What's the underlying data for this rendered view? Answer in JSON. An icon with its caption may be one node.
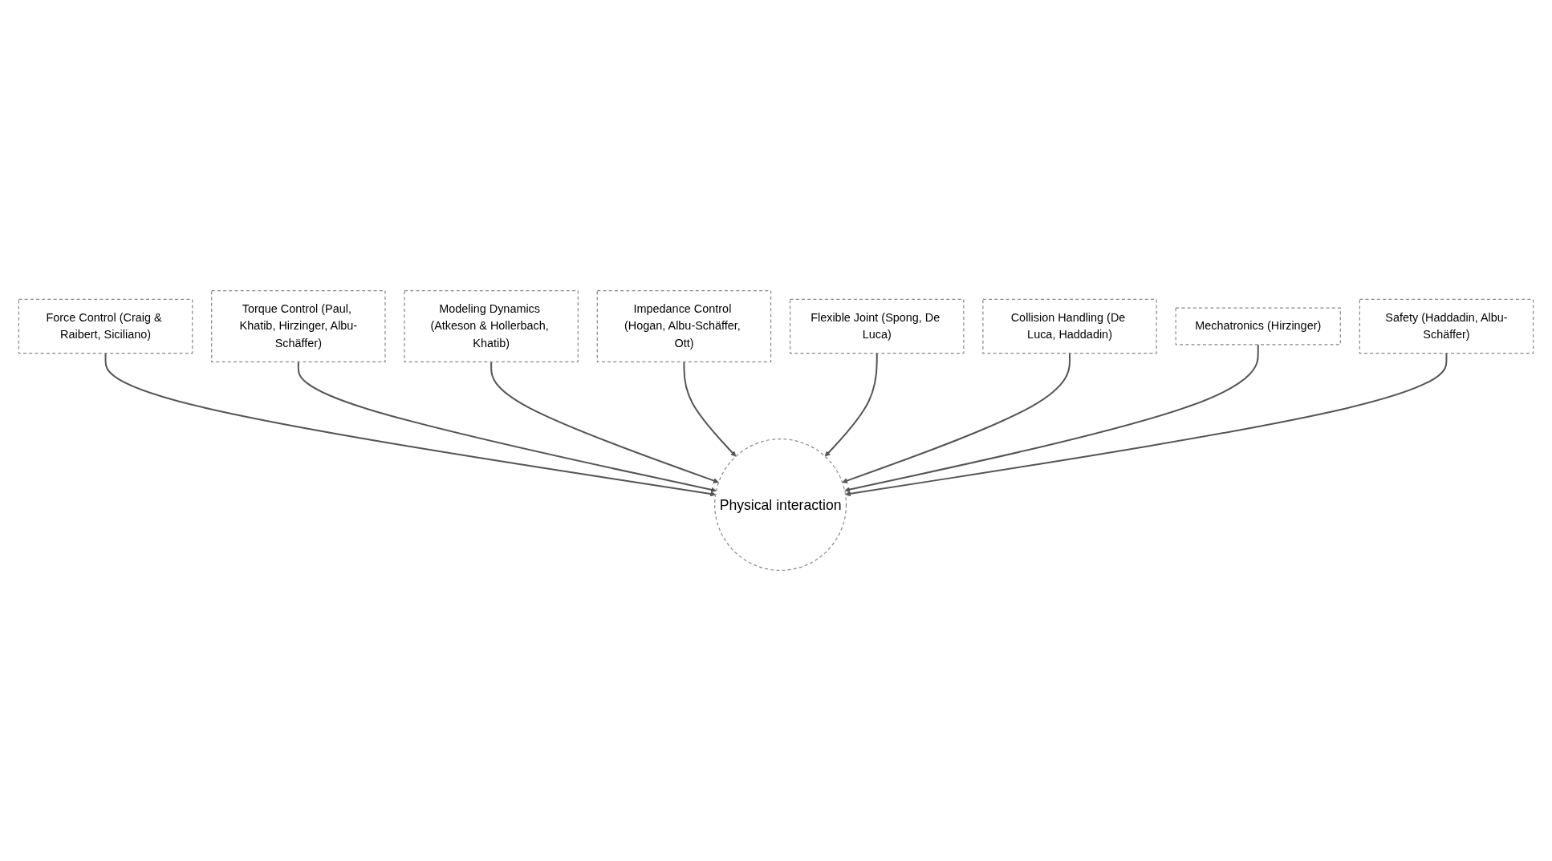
{
  "diagram": {
    "nodes": [
      {
        "text": [
          "Impedance Control (Hogan, Albu-Schäffer, Ott)"
        ]
      },
      {
        "text": [
          "Flexible Joint (Spong, De Luca)"
        ]
      },
      {
        "text": [
          "Modeling Dynamics (Atkeson & Hollerbach, Khatib)"
        ]
      },
      {
        "text": [
          "Collision Handling (De Luca, Haddadin)"
        ]
      },
      {
        "text": [
          "Torque Control (Paul, Khatib, Hirzinger, Albu-Schäffer)"
        ]
      },
      {
        "text": [
          "Mechatronics (Hirzinger)"
        ]
      },
      {
        "text": [
          "Force Control (Craig & Raibert, Siciliano)"
        ]
      },
      {
        "text": [
          "Physical interaction"
        ]
      },
      {
        "text": [
          "Safety (Haddadin, Albu-Schäffer)"
        ]
      }
    ],
    "edges": [
      {
        "from": 6,
        "to": 7,
        "arrow": "to"
      },
      {
        "from": 4,
        "to": 7,
        "arrow": "to"
      },
      {
        "from": 2,
        "to": 7,
        "arrow": "to"
      },
      {
        "from": 0,
        "to": 7,
        "arrow": "to"
      },
      {
        "from": 1,
        "to": 7,
        "arrow": "to"
      },
      {
        "from": 3,
        "to": 7,
        "arrow": "to"
      },
      {
        "from": 5,
        "to": 7,
        "arrow": "to"
      },
      {
        "from": 8,
        "to": 7,
        "arrow": "to"
      }
    ]
  }
}
